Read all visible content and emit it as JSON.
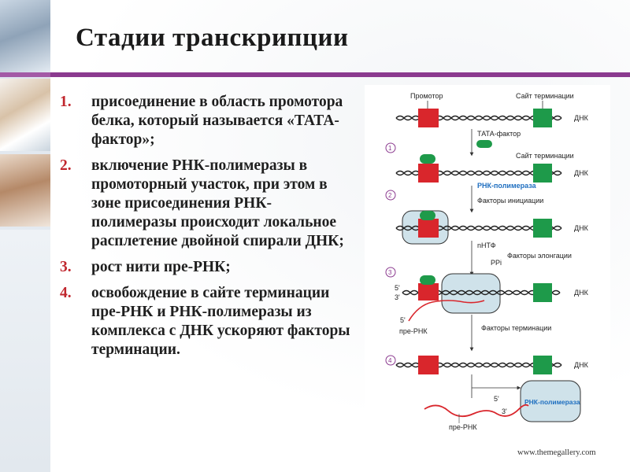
{
  "slide": {
    "title": "Стадии транскрипции",
    "footer": "www.themegallery.com"
  },
  "steps": [
    {
      "num": "1.",
      "text": "присоединение в область промотора белка, который называется «ТАТА-фактор»;"
    },
    {
      "num": "2.",
      "text": "включение РНК-полимеразы в промоторный участок, при этом в зоне присоединения РНК-полимеразы происходит локальное расплетение двойной спирали ДНК;"
    },
    {
      "num": "3.",
      "text": "рост нити пре-РНК;"
    },
    {
      "num": "4.",
      "text": "освобождение в сайте терминации пре-РНК и РНК-полимеразы из комплекса с ДНК ускоряют факторы терминации."
    }
  ],
  "diagram": {
    "promoter": "Промотор",
    "term_site_top": "Сайт терминации",
    "term_site_2": "Сайт терминации",
    "dna_labels": [
      "ДНК",
      "ДНК",
      "ДНК",
      "ДНК",
      "ДНК"
    ],
    "stage_nums": [
      "1",
      "2",
      "3",
      "4"
    ],
    "tata_factor": "ТАТА-фактор",
    "rna_polymerase": "РНК-полимераза",
    "init_factors": "Факторы инициации",
    "ntp": "nНТФ",
    "ppi": "PPi",
    "elong_factors": "Факторы элонгации",
    "five_prime_a": "5'",
    "three_prime_a": "3'",
    "five_prime_rna": "5'",
    "pre_rna_1": "пре-РНК",
    "term_factors": "Факторы терминации",
    "rna_polymerase_2": "РНК-полимераза",
    "five_prime_b": "5'",
    "three_prime_b": "3'",
    "pre_rna_2": "пре-РНК",
    "colors": {
      "promoter": "#d9262c",
      "term_site": "#1e9a4a",
      "tata": "#1e9a4a",
      "polymerase_fill": "#cfe2ea",
      "rna": "#d9262c",
      "label_blue": "#1f6fc0",
      "accent": "#8b3a8f"
    }
  }
}
